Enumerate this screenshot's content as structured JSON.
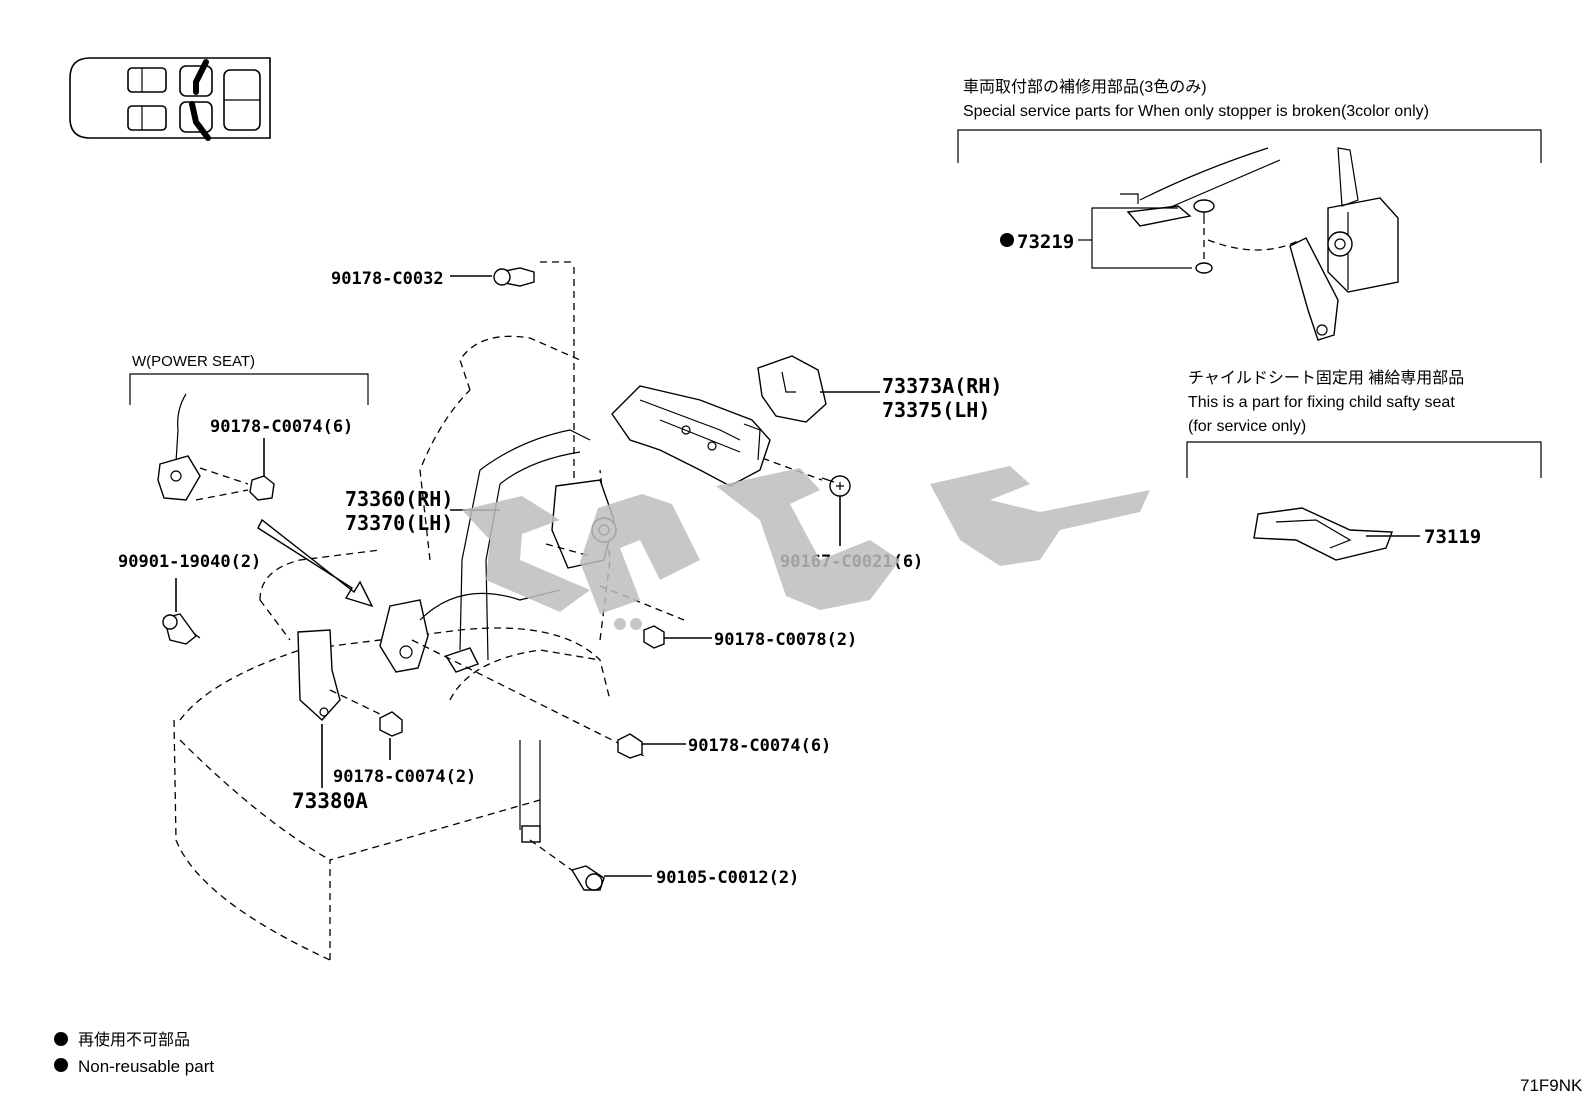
{
  "top_right_section": {
    "jp": "車両取付部の補修用部品(3色のみ)",
    "en": "Special service parts for When only stopper is broken(3color only)",
    "part": "73219"
  },
  "child_seat_section": {
    "jp": "チャイルドシート固定用 補給専用部品",
    "en1": "This is a part for fixing child safty seat",
    "en2": "(for service only)",
    "part": "73119"
  },
  "power_seat_section": {
    "title": "W(POWER SEAT)",
    "part": "90178-C0074(6)"
  },
  "parts": {
    "p90178_c0032": "90178-C0032",
    "p73373a_rh": "73373A(RH)",
    "p73375_lh": "73375(LH)",
    "p73360_rh": "73360(RH)",
    "p73370_lh": "73370(LH)",
    "p90167_c0021": "90167-C0021(6)",
    "p90901_19040": "90901-19040(2)",
    "p90178_c0078": "90178-C0078(2)",
    "p90178_c0074_6": "90178-C0074(6)",
    "p90178_c0074_2": "90178-C0074(2)",
    "p73380a": "73380A",
    "p90105_c0012": "90105-C0012(2)"
  },
  "legend": {
    "jp": "再使用不可部品",
    "en": "Non-reusable part"
  },
  "diagram_code": "71F9NK"
}
